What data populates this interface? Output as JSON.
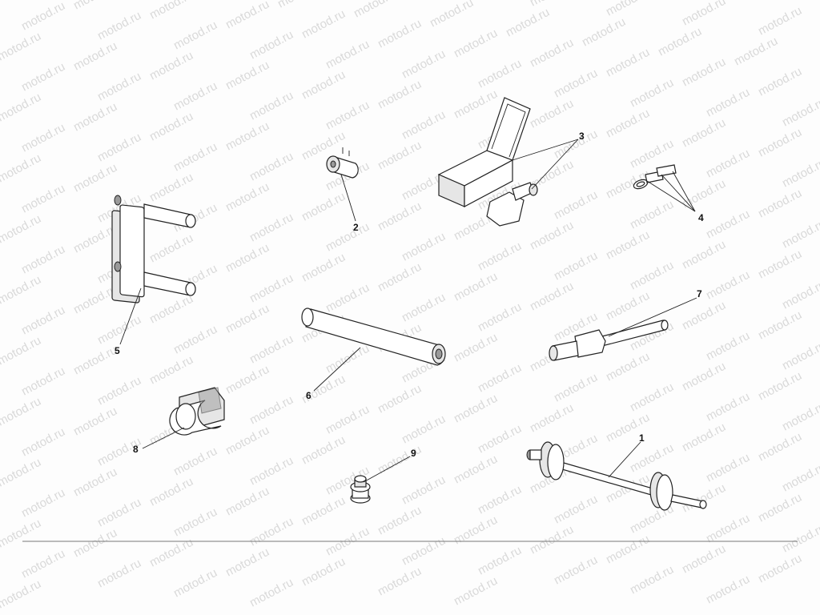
{
  "watermark": "motod.ru",
  "callouts": [
    "1",
    "2",
    "3",
    "4",
    "5",
    "6",
    "7",
    "8",
    "9"
  ],
  "colors": {
    "ink": "#222222",
    "watermark": "#d9d9d9",
    "background": "#fdfdfd"
  }
}
